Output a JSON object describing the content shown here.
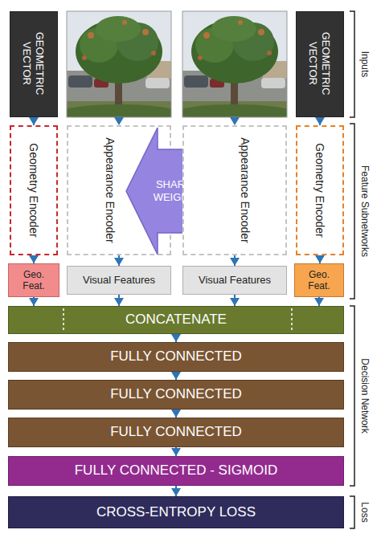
{
  "diagram": {
    "nodes": [
      {
        "text": [
          "GEOMETRIC VECTOR"
        ]
      },
      {
        "text": [
          "GEOMETRIC VECTOR"
        ]
      },
      {
        "text": [
          "Geometry Encoder"
        ]
      },
      {
        "text": [
          "Appearance Encoder"
        ]
      },
      {
        "text": [
          "SHARED WEIGHTS"
        ]
      },
      {
        "text": [
          "Appearance Encoder"
        ]
      },
      {
        "text": [
          "Geometry Encoder"
        ]
      },
      {
        "text": [
          "Geo. Feat."
        ]
      },
      {
        "text": [
          "Visual Features"
        ]
      },
      {
        "text": [
          "Visual Features"
        ]
      },
      {
        "text": [
          "Geo. Feat."
        ]
      },
      {
        "text": [
          "CONCATENATE"
        ]
      },
      {
        "text": [
          "FULLY CONNECTED"
        ]
      },
      {
        "text": [
          "FULLY CONNECTED"
        ]
      },
      {
        "text": [
          "FULLY CONNECTED"
        ]
      },
      {
        "text": [
          "FULLY CONNECTED - SIGMOID"
        ]
      },
      {
        "text": [
          "CROSS-ENTROPY LOSS"
        ]
      }
    ],
    "edges": [
      {
        "from": 0,
        "to": 2,
        "arrow": "to"
      },
      {
        "from": 1,
        "to": 6,
        "arrow": "to"
      },
      {
        "from": 2,
        "to": 7,
        "arrow": "to"
      },
      {
        "from": 3,
        "to": 8,
        "arrow": "to"
      },
      {
        "from": 5,
        "to": 9,
        "arrow": "to"
      },
      {
        "from": 6,
        "to": 10,
        "arrow": "to"
      },
      {
        "from": 7,
        "to": 11,
        "arrow": "to"
      },
      {
        "from": 8,
        "to": 11,
        "arrow": "to"
      },
      {
        "from": 9,
        "to": 11,
        "arrow": "to"
      },
      {
        "from": 10,
        "to": 11,
        "arrow": "to"
      },
      {
        "from": 11,
        "to": 12,
        "arrow": "to"
      },
      {
        "from": 12,
        "to": 13,
        "arrow": "to"
      },
      {
        "from": 13,
        "to": 14,
        "arrow": "to"
      },
      {
        "from": 14,
        "to": 15,
        "arrow": "to"
      },
      {
        "from": 15,
        "to": 16,
        "arrow": "to"
      }
    ],
    "labels": [
      "Inputs",
      "Feature Subnetworks",
      "Decision Network",
      "Loss"
    ]
  }
}
